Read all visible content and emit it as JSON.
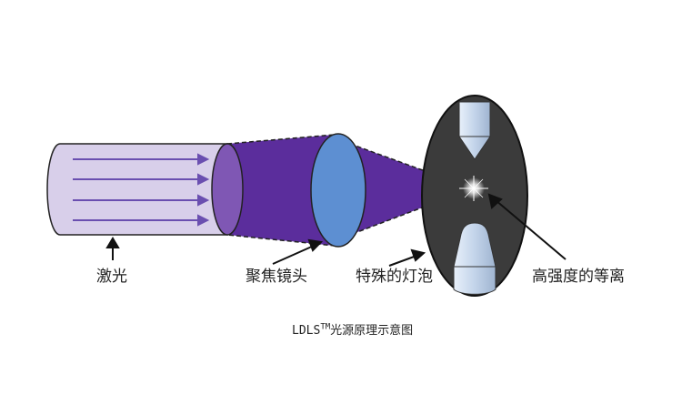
{
  "labels": {
    "laser": "激光",
    "focusing_lens": "聚焦镜头",
    "special_bulb": "特殊的灯泡",
    "plasma": "高强度的等离"
  },
  "caption": {
    "prefix": "LDLS",
    "superscript": "TM",
    "suffix": "光源原理示意图"
  },
  "colors": {
    "cylinder": "#d8cfea",
    "beam": "#5b2d9c",
    "lens": "#5d8fd2",
    "bulb": "#3b3b3b",
    "electrode": "#c9d8ea"
  }
}
